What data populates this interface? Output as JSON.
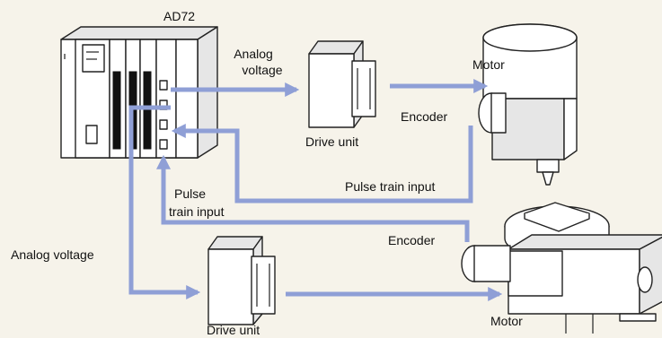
{
  "colors": {
    "background": "#f6f3ea",
    "signal": "#8f9fd6"
  },
  "labels": {
    "module": "AD72",
    "analog_voltage_top_1": "Analog",
    "analog_voltage_top_2": "voltage",
    "drive_unit_top": "Drive unit",
    "motor_top": "Motor",
    "encoder_top": "Encoder",
    "pulse_train_input_top": "Pulse train input",
    "pulse_train_input_left_1": "Pulse",
    "pulse_train_input_left_2": "train input",
    "encoder_bottom": "Encoder",
    "analog_voltage_left": "Analog voltage",
    "drive_unit_bottom": "Drive unit",
    "motor_bottom": "Motor"
  },
  "icons": {
    "plc": "plc-module-icon",
    "drive_unit": "drive-unit-icon",
    "servo_motor": "servo-motor-icon",
    "rotary_table": "rotary-table-icon"
  }
}
